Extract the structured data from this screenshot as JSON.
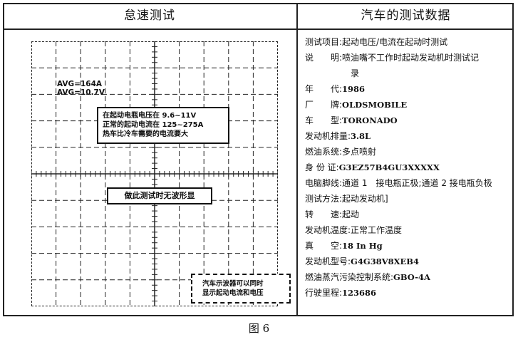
{
  "headers": {
    "left": "怠速测试",
    "right": "汽车的测试数据"
  },
  "scope": {
    "avg_current": "AVG=164A",
    "avg_voltage": "AVG=10.7V",
    "note_top": [
      "在起动电瓶电压在 9.6~11V",
      "正常的起动电流在 125~275A",
      "热车比冷车需要的电流要大"
    ],
    "note_mid": "做此测试时无波形显",
    "note_bottom": [
      "汽车示波器可以同时",
      "显示起动电流和电压"
    ]
  },
  "test_data": {
    "item": {
      "label": "测试项目:",
      "value": "起动电压/电流在起动时测试"
    },
    "desc": {
      "label": "说　　明:",
      "value": "喷油嘴不工作时起动发动机时测试记",
      "value2": "录"
    },
    "year": {
      "label": "年　　代:",
      "value": "1986"
    },
    "make": {
      "label": "厂　　牌:",
      "value": "OLDSMOBILE"
    },
    "model": {
      "label": "车　　型:",
      "value": "TORONADO"
    },
    "displacement": {
      "label": "发动机排量:",
      "value": "3.8L"
    },
    "fuel_system": {
      "label": "燃油系统:",
      "value": "多点喷射"
    },
    "vin": {
      "label": "身 份 证:",
      "value": "G3EZ57B4GU3XXXXX"
    },
    "ecu_wiring": {
      "label": "电脑脚线:",
      "value": "通道 1　接电瓶正极;通道 2 接电瓶负极"
    },
    "method": {
      "label": "测试方法:",
      "value": "起动发动机]"
    },
    "rpm": {
      "label": "转　　速:",
      "value": "起动"
    },
    "engine_temp": {
      "label": "发动机温度:",
      "value": "正常工作温度"
    },
    "vacuum": {
      "label": "真　　空:",
      "value": "18 In Hg"
    },
    "engine_code": {
      "label": "发动机型号:",
      "value": "G4G38V8XEB4"
    },
    "evap_system": {
      "label": "燃油蒸汽污染控制系统:",
      "value": "GBO-4A"
    },
    "mileage": {
      "label": "行驶里程:",
      "value": "123686"
    }
  },
  "caption": "图 6"
}
